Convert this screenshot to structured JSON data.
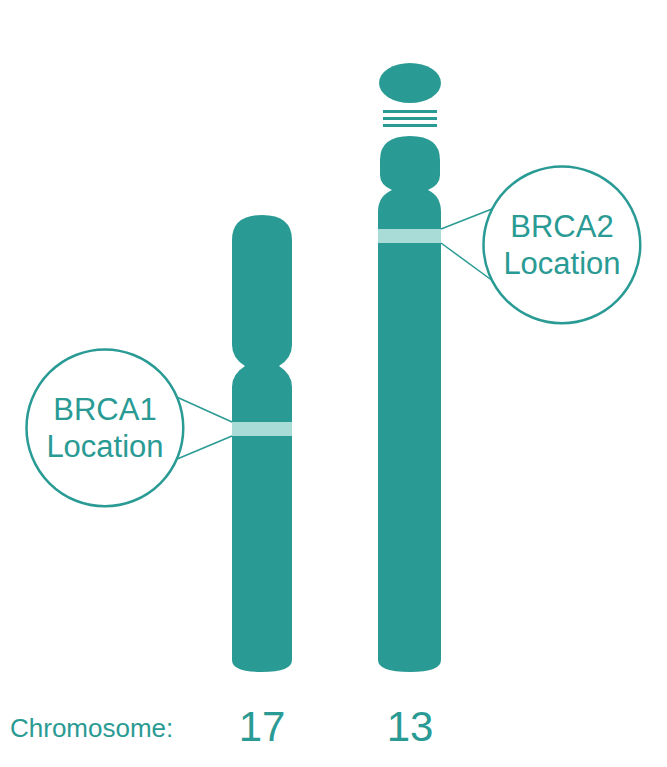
{
  "diagram": {
    "nodes": [
      {
        "text": [
          "BRCA1 Location"
        ]
      },
      {
        "text": [
          "BRCA2 Location"
        ]
      }
    ],
    "labels": [
      "Chromosome:",
      "17",
      "13"
    ]
  }
}
